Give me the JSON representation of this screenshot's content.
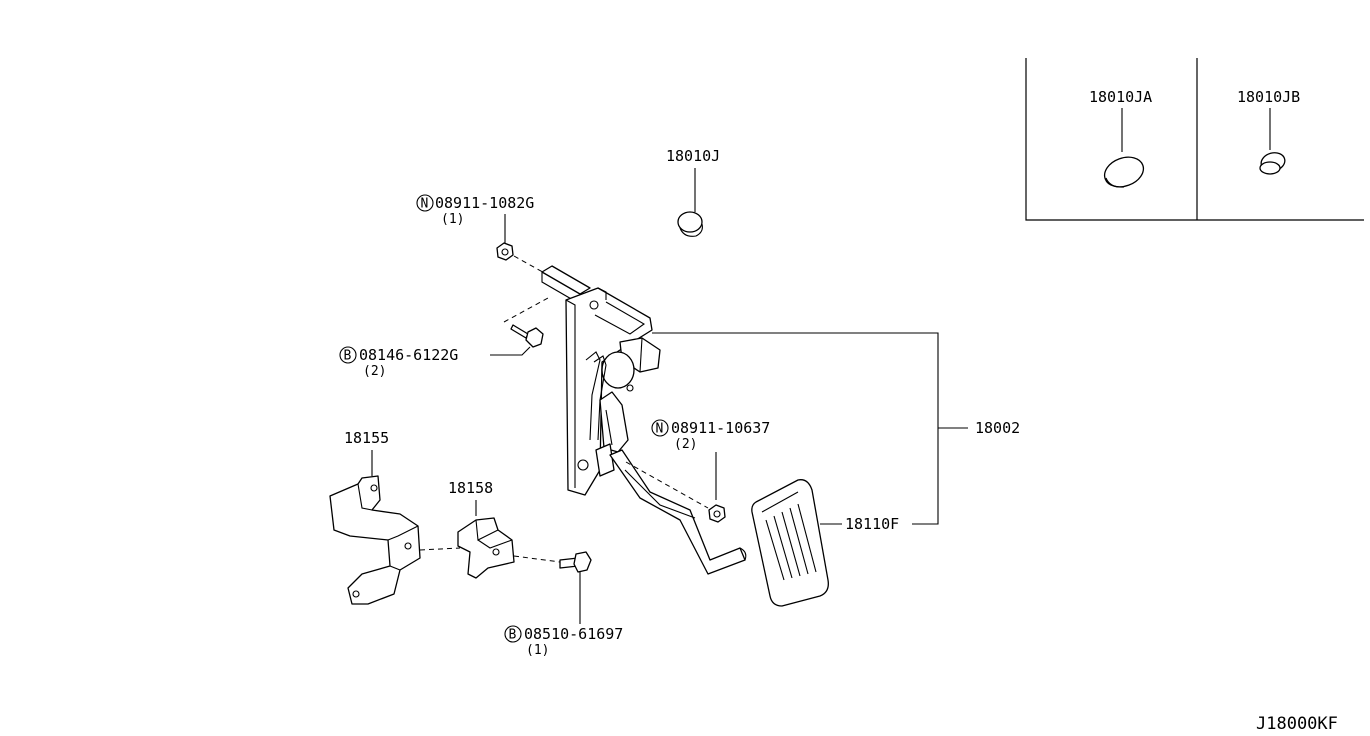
{
  "diagram": {
    "reference_code": "J18000KF",
    "inset_parts": [
      {
        "label": "18010JA"
      },
      {
        "label": "18010JB"
      }
    ],
    "parts": [
      {
        "label": "18010J"
      },
      {
        "prefix": "N",
        "label": "08911-1082G",
        "qty": "(1)"
      },
      {
        "prefix": "B",
        "label": "08146-6122G",
        "qty": "(2)"
      },
      {
        "prefix": "N",
        "label": "08911-10637",
        "qty": "(2)"
      },
      {
        "label": "18002"
      },
      {
        "label": "18110F"
      },
      {
        "label": "18155"
      },
      {
        "label": "18158"
      },
      {
        "prefix": "B",
        "label": "08510-61697",
        "qty": "(1)"
      }
    ]
  }
}
